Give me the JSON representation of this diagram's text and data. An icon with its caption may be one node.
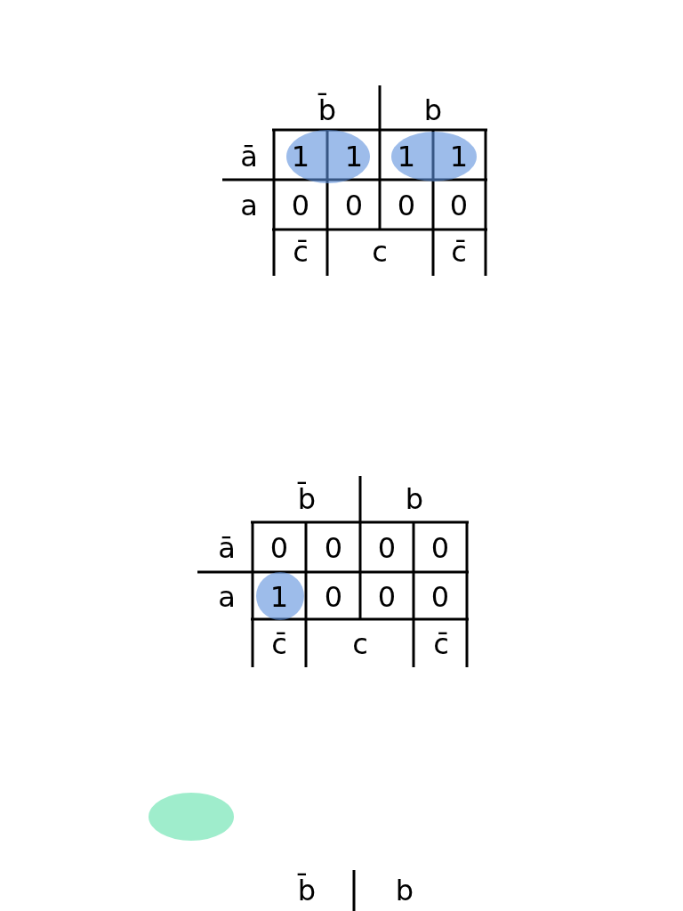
{
  "diagram": {
    "labels": [
      "b̄",
      "b",
      "ā",
      "1",
      "1",
      "1",
      "1",
      "a",
      "0",
      "0",
      "0",
      "0",
      "c̄",
      "c",
      "c̄",
      "b̄",
      "b",
      "ā",
      "0",
      "0",
      "0",
      "0",
      "a",
      "1",
      "0",
      "0",
      "0",
      "c̄",
      "c",
      "c̄",
      "b̄",
      "b"
    ]
  }
}
